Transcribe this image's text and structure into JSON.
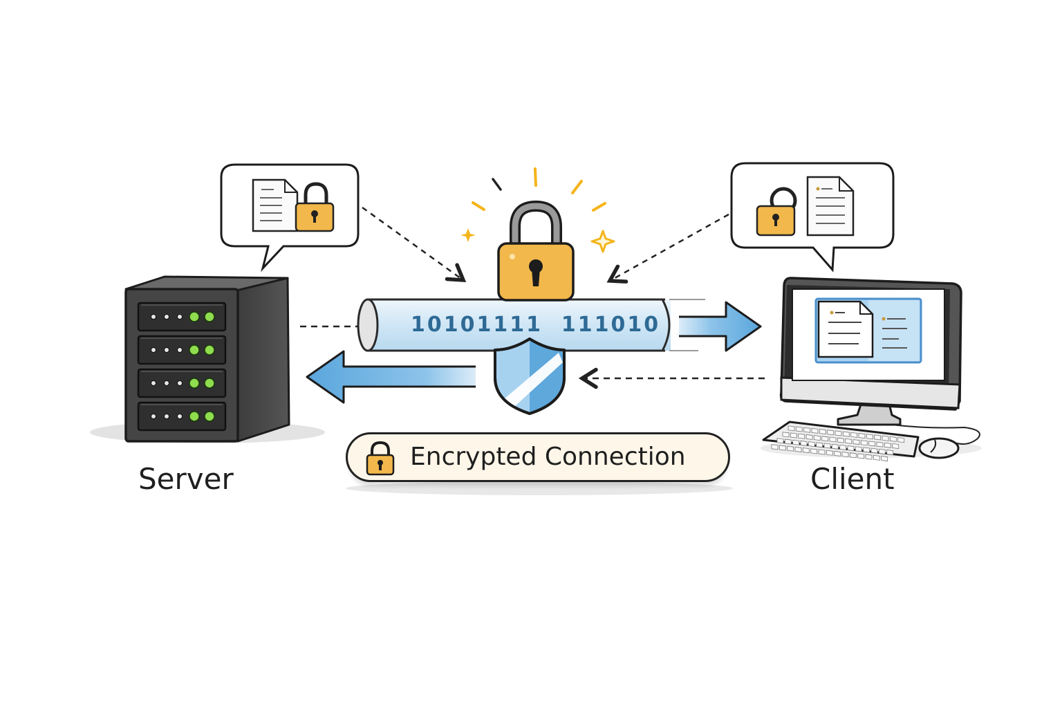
{
  "diagram": {
    "title": "Encrypted Connection between Server and Client",
    "nodes": {
      "server": {
        "label": "Server",
        "indicator_lights": {
          "racks": 4,
          "white_leds_per_rack": 3,
          "green_leds_per_rack": 2
        }
      },
      "client": {
        "label": "Client"
      }
    },
    "tunnel": {
      "binary_text": "10101111  111010"
    },
    "badge": {
      "label": "Encrypted Connection",
      "icon": "padlock-icon"
    },
    "speech_bubbles": [
      {
        "owner": "server",
        "icons": [
          "document-icon",
          "padlock-icon"
        ]
      },
      {
        "owner": "client",
        "icons": [
          "padlock-open-icon",
          "document-icon"
        ]
      }
    ],
    "arrows": [
      {
        "from": "server-bubble",
        "to": "central-lock",
        "style": "dashed"
      },
      {
        "from": "client-bubble",
        "to": "central-lock",
        "style": "dashed"
      },
      {
        "from": "server",
        "to": "tunnel",
        "style": "dashed"
      },
      {
        "from": "client",
        "to": "shield",
        "style": "dashed"
      },
      {
        "from": "tunnel",
        "to": "client",
        "style": "solid-blue"
      },
      {
        "from": "shield",
        "to": "server",
        "style": "solid-blue"
      }
    ],
    "colors": {
      "lock_gold": "#f2b84b",
      "arrow_blue": "#5aa6dc",
      "tunnel_blue": "#cfe6f5",
      "binary_text": "#2e6a95",
      "server_body": "#3a3a3a",
      "led_green": "#8fdc4f",
      "badge_bg": "#fdf6e9",
      "sparkle": "#f4b41a"
    }
  }
}
